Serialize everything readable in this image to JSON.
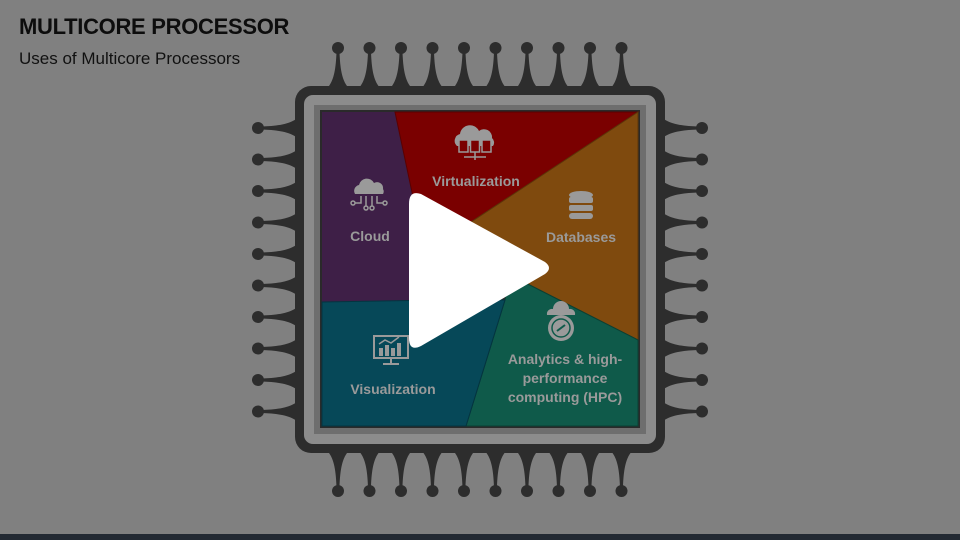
{
  "slide": {
    "title": "MULTICORE PROCESSOR",
    "subtitle": "Uses of Multicore Processors"
  },
  "segments": [
    {
      "label": "Cloud",
      "icon": "cloud-network-icon",
      "color": "#3e1f47"
    },
    {
      "label": "Virtualization",
      "icon": "cloud-server-icon",
      "color": "#7a0000"
    },
    {
      "label": "Databases",
      "icon": "database-icon",
      "color": "#7f4a0e"
    },
    {
      "label": "Analytics & high-performance computing (HPC)",
      "label_lines": [
        "Analytics & high-",
        "performance",
        "computing (HPC)"
      ],
      "icon": "speedometer-icon",
      "color": "#0f5a4a"
    },
    {
      "label": "Visualization",
      "icon": "monitor-chart-icon",
      "color": "#064858"
    }
  ],
  "overlay": {
    "icon": "play-icon",
    "color": "#ffffff"
  },
  "colors": {
    "background": "#808080",
    "chip_body": "#2d2d2d",
    "chip_bezel": "#8c8c8c",
    "label_text": "#9a9a9a"
  }
}
